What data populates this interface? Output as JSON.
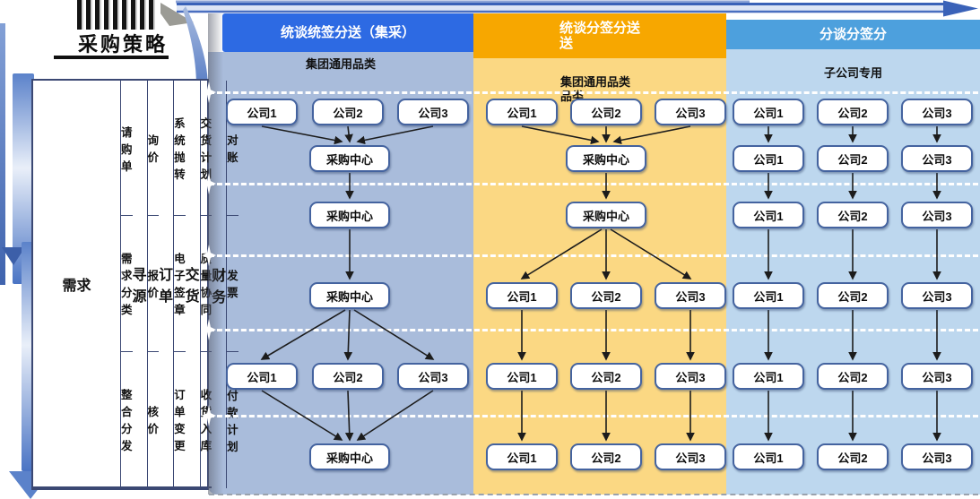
{
  "title": "采购策略",
  "process_table": {
    "groups": [
      {
        "name": "需求",
        "items": [
          "请购单",
          "需求分类",
          "整合分发"
        ]
      },
      {
        "name": "寻源",
        "items": [
          "询价",
          "报价",
          "核价"
        ]
      },
      {
        "name": "订单",
        "items": [
          "系统抛转",
          "电子签章",
          "订单变更"
        ]
      },
      {
        "name": "交货",
        "items": [
          "交货计划",
          "质量协同",
          "收货入库"
        ]
      },
      {
        "name": "财务",
        "items": [
          "对账",
          "发票",
          "付款计划"
        ]
      }
    ]
  },
  "columns": [
    {
      "header": "统谈统签分送（集采）",
      "subtitle": "集团通用品类",
      "header_color": "#2d6ae3",
      "body_color": "#a9bcdb"
    },
    {
      "header": "统谈分签分送\n送",
      "subtitle": "集团通用品类\n品类",
      "header_color": "#f7a700",
      "body_color": "#fbd883"
    },
    {
      "header": "分谈分签分",
      "subtitle": "子公司专用",
      "header_color": "#4da0dd",
      "body_color": "#bdd7ee"
    }
  ],
  "flow": {
    "company_labels": [
      "公司1",
      "公司2",
      "公司3"
    ],
    "center_label": "采购中心",
    "columns": [
      {
        "rows": [
          "companies",
          "center",
          "center",
          "center",
          "companies",
          "center"
        ],
        "links": [
          "converge",
          "down",
          "down",
          "diverge",
          "converge"
        ]
      },
      {
        "rows": [
          "companies",
          "center",
          "center",
          "companies",
          "companies",
          "companies"
        ],
        "links": [
          "converge",
          "down",
          "diverge",
          "parallel",
          "parallel"
        ]
      },
      {
        "rows": [
          "companies",
          "companies",
          "companies",
          "companies",
          "companies",
          "companies"
        ],
        "links": [
          "parallel",
          "parallel",
          "parallel",
          "parallel",
          "parallel"
        ]
      }
    ]
  },
  "colors": {
    "box_border": "#44639f",
    "flow_arrow": "#1c1c1c",
    "top_arrow": "#3a62b8",
    "table_border": "#3b4873",
    "divider_dash": "#ffffff"
  }
}
